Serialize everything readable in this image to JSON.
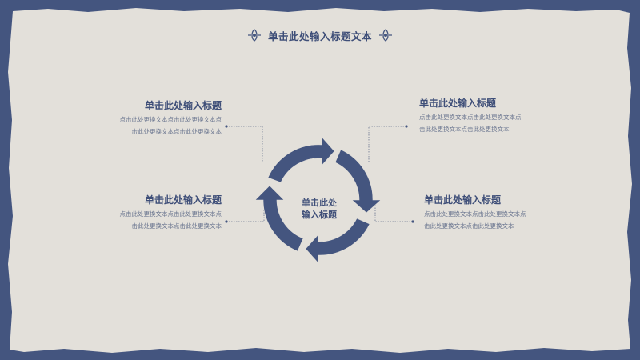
{
  "title": "单击此处输入标题文本",
  "center": {
    "line1": "单击此处",
    "line2": "输入标题"
  },
  "blocks": [
    {
      "heading": "单击此处输入标题",
      "lines": [
        "点击此处更换文本点击此处更换文本点",
        "击此处更换文本点击此处更换文本"
      ]
    },
    {
      "heading": "单击此处输入标题",
      "lines": [
        "点击此处更换文本点击此处更换文本点",
        "击此处更换文本点击此处更换文本"
      ]
    },
    {
      "heading": "单击此处输入标题",
      "lines": [
        "点击此处更换文本点击此处更换文本点",
        "击此处更换文本点击此处更换文本"
      ]
    },
    {
      "heading": "单击此处输入标题",
      "lines": [
        "点击此处更换文本点击此处更换文本点",
        "击此处更换文本点击此处更换文本"
      ]
    }
  ],
  "colors": {
    "frame": "#44557f",
    "paper": "#e3e0da",
    "accent": "#44557f",
    "text": "#3e4e78"
  }
}
